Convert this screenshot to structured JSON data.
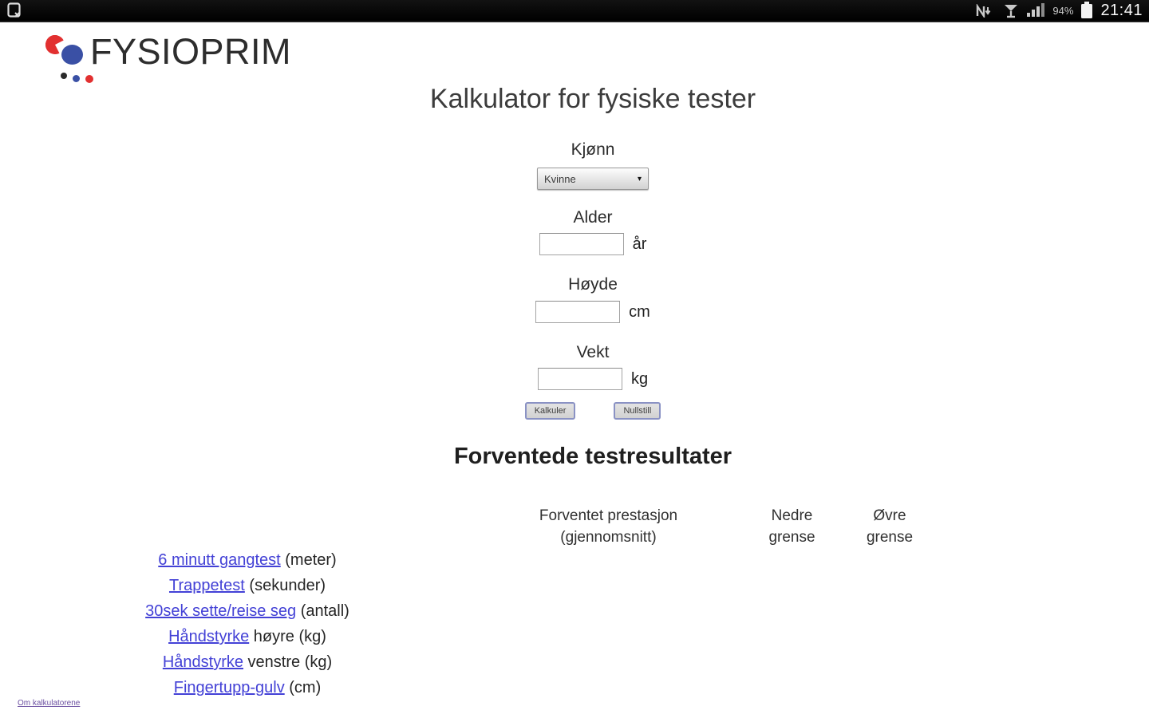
{
  "status_bar": {
    "time": "21:41",
    "battery_percent": "94%",
    "left_icon": "screenshot-notification-icon",
    "right_icons": [
      "nfc-icon",
      "antenna-icon",
      "signal-bars-icon",
      "battery-icon"
    ]
  },
  "logo": {
    "text": "FYSIOPRIM"
  },
  "page": {
    "title": "Kalkulator for fysiske tester"
  },
  "form": {
    "gender_label": "Kjønn",
    "gender_value": "Kvinne",
    "select_caret": "▾",
    "age_label": "Alder",
    "age_unit": "år",
    "height_label": "Høyde",
    "height_unit": "cm",
    "weight_label": "Vekt",
    "weight_unit": "kg",
    "calculate_label": "Kalkuler",
    "reset_label": "Nullstill"
  },
  "results": {
    "heading": "Forventede testresultater",
    "columns": [
      "Forventet prestasjon (gjennomsnitt)",
      "Nedre grense",
      "Øvre grense"
    ],
    "rows": [
      {
        "link": "6 minutt gangtest",
        "suffix": " (meter)"
      },
      {
        "link": "Trappetest",
        "suffix": " (sekunder)"
      },
      {
        "link": "30sek sette/reise seg",
        "suffix": " (antall)"
      },
      {
        "link": "Håndstyrke",
        "suffix": " høyre (kg)"
      },
      {
        "link": "Håndstyrke",
        "suffix": " venstre (kg)"
      },
      {
        "link": "Fingertupp-gulv",
        "suffix": " (cm)"
      }
    ]
  },
  "footer": {
    "about_link": "Om kalkulatorene"
  },
  "colors": {
    "link_blue": "#4341d6",
    "visited_purple": "#6b4fa1",
    "logo_red": "#e23030",
    "logo_blue": "#3a50a5",
    "status_bar_bg": "#000000"
  }
}
